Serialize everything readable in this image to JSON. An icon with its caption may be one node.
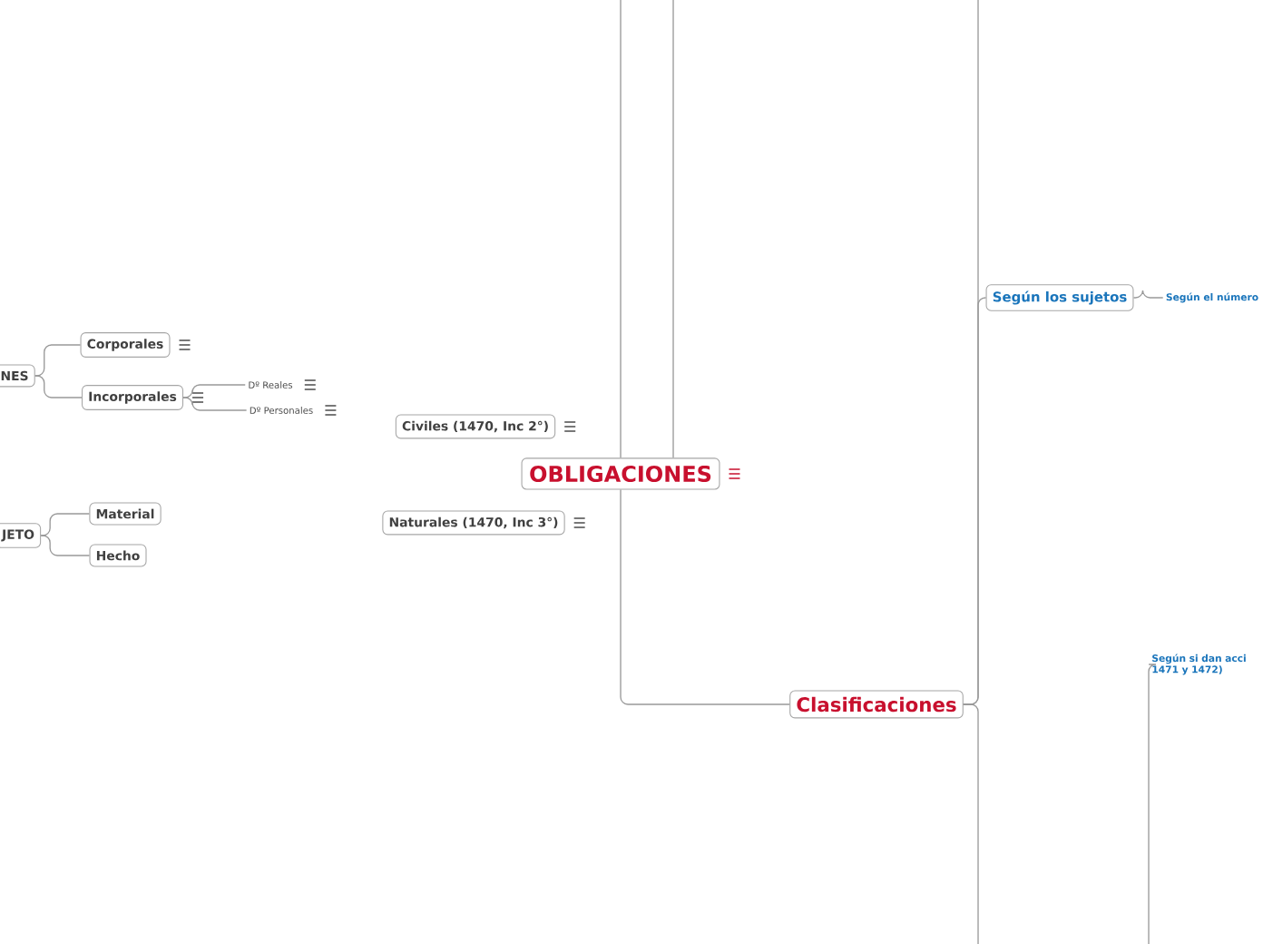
{
  "diagram": {
    "nodes": [
      {
        "text": [
          "OBLIGACIONES"
        ]
      },
      {
        "text": [
          "Civiles (1470, Inc 2°)"
        ]
      },
      {
        "text": [
          "Naturales (1470, Inc 3°)"
        ]
      },
      {
        "text": [
          "Clasificaciones"
        ]
      },
      {
        "text": [
          "Según los sujetos"
        ]
      },
      {
        "text": [
          "Según el número"
        ]
      },
      {
        "text": [
          "Según si dan acci 1471 y 1472)"
        ]
      },
      {
        "text": [
          "NES"
        ]
      },
      {
        "text": [
          "Corporales"
        ]
      },
      {
        "text": [
          "Incorporales"
        ]
      },
      {
        "text": [
          "Dº Reales"
        ]
      },
      {
        "text": [
          "Dº Personales"
        ]
      },
      {
        "text": [
          "JETO"
        ]
      },
      {
        "text": [
          "Material"
        ]
      },
      {
        "text": [
          "Hecho"
        ]
      }
    ],
    "edges": [
      {
        "from": 0,
        "to": null,
        "arrow": "none"
      },
      {
        "from": 0,
        "to": null,
        "arrow": "none"
      },
      {
        "from": 0,
        "to": 3,
        "arrow": "none"
      },
      {
        "from": 3,
        "to": null,
        "arrow": "none"
      },
      {
        "from": 3,
        "to": 4,
        "arrow": "none"
      },
      {
        "from": 3,
        "to": null,
        "arrow": "none"
      },
      {
        "from": 4,
        "to": 5,
        "arrow": "none"
      },
      {
        "from": null,
        "to": 6,
        "arrow": "none"
      },
      {
        "from": 7,
        "to": 8,
        "arrow": "none"
      },
      {
        "from": 7,
        "to": 9,
        "arrow": "none"
      },
      {
        "from": 9,
        "to": 10,
        "arrow": "none"
      },
      {
        "from": 9,
        "to": 11,
        "arrow": "none"
      },
      {
        "from": 12,
        "to": 13,
        "arrow": "none"
      },
      {
        "from": 12,
        "to": 14,
        "arrow": "none"
      }
    ]
  }
}
